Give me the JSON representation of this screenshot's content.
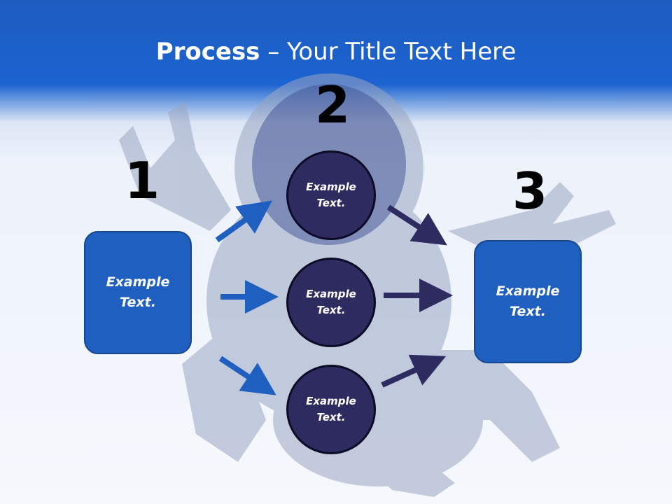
{
  "title": {
    "bold": "Process",
    "rest": " – Your Title Text Here"
  },
  "steps": {
    "one": "1",
    "two": "2",
    "three": "3"
  },
  "left_box": {
    "text": "Example Text."
  },
  "circles": [
    {
      "text": "Example Text."
    },
    {
      "text": "Example Text."
    },
    {
      "text": "Example Text."
    }
  ],
  "right_box": {
    "text": "Example Text."
  },
  "colors": {
    "header": "#1b63d0",
    "box": "#1f5fbf",
    "circle": "#2e2b60",
    "arrow_in": "#1f5fbf",
    "arrow_out": "#2e2b60"
  }
}
